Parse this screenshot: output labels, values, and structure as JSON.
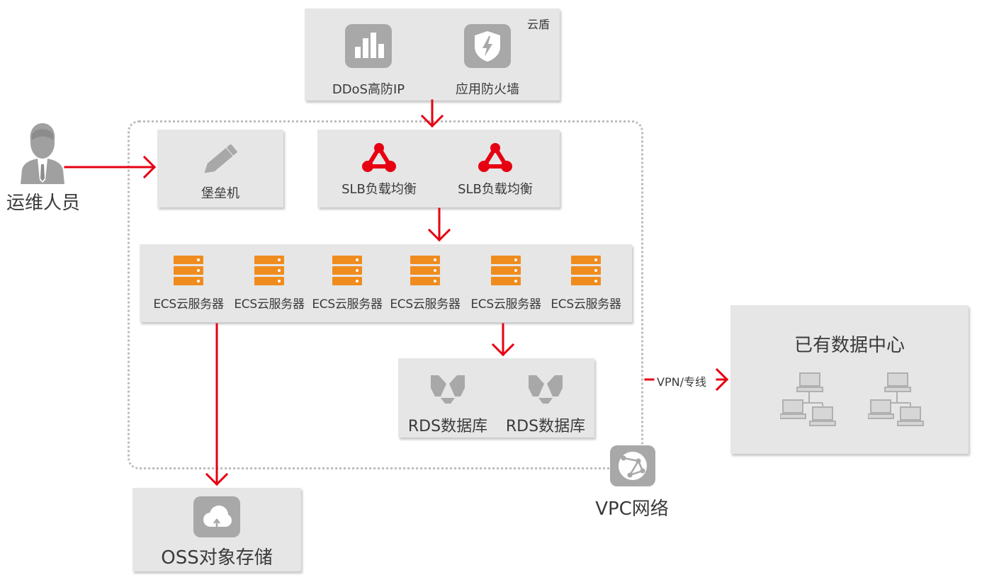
{
  "cloud_shield": {
    "corner_label": "云盾",
    "items": [
      {
        "label": "DDoS高防IP",
        "icon": "bar-chart-icon"
      },
      {
        "label": "应用防火墙",
        "icon": "shield-lightning-icon"
      }
    ]
  },
  "ops_person": {
    "label": "运维人员",
    "icon": "person-icon"
  },
  "bastion": {
    "label": "堡垒机",
    "icon": "pencil-icon"
  },
  "slb": {
    "items": [
      {
        "label": "SLB负载均衡",
        "icon": "load-balancer-icon"
      },
      {
        "label": "SLB负载均衡",
        "icon": "load-balancer-icon"
      }
    ]
  },
  "ecs": {
    "items": [
      {
        "label": "ECS云服务器",
        "icon": "server-icon"
      },
      {
        "label": "ECS云服务器",
        "icon": "server-icon"
      },
      {
        "label": "ECS云服务器",
        "icon": "server-icon"
      },
      {
        "label": "ECS云服务器",
        "icon": "server-icon"
      },
      {
        "label": "ECS云服务器",
        "icon": "server-icon"
      },
      {
        "label": "ECS云服务器",
        "icon": "server-icon"
      }
    ]
  },
  "rds": {
    "items": [
      {
        "label": "RDS数据库",
        "icon": "database-icon"
      },
      {
        "label": "RDS数据库",
        "icon": "database-icon"
      }
    ]
  },
  "oss": {
    "label": "OSS对象存储",
    "icon": "cloud-storage-icon"
  },
  "vpc": {
    "label": "VPC网络",
    "icon": "globe-network-icon"
  },
  "connection": {
    "label": "VPN/专线"
  },
  "datacenter": {
    "title": "已有数据中心",
    "icon": "computer-network-icon"
  },
  "colors": {
    "arrow": "#e60012",
    "server": "#f08c1e",
    "slb": "#e60012",
    "panel": "#e6e6e6",
    "icon_gray": "#a8a8a8"
  }
}
